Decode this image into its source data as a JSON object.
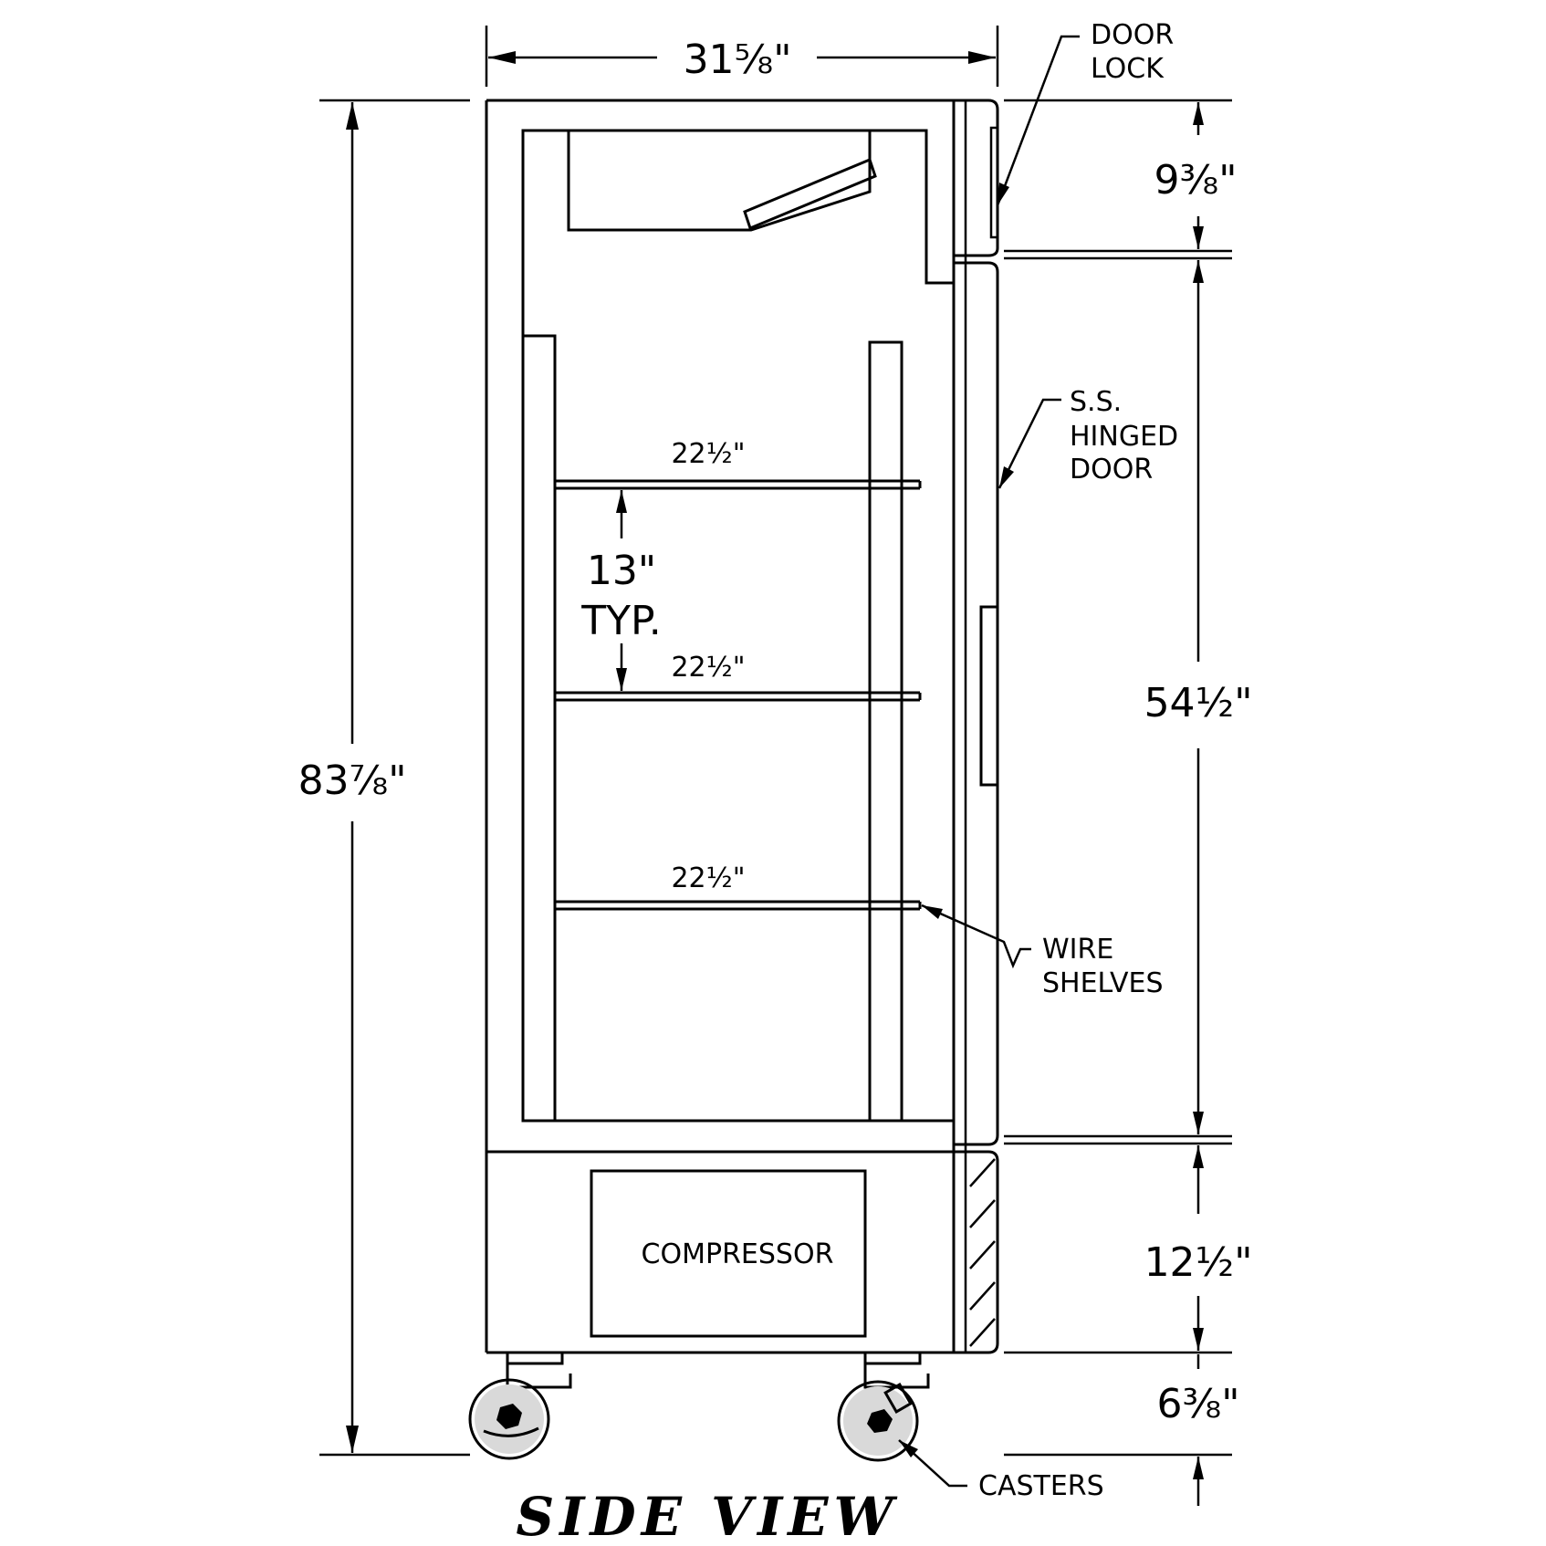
{
  "title": "SIDE VIEW",
  "labels": {
    "door_lock": [
      "DOOR",
      "LOCK"
    ],
    "hinged_door": [
      "S.S.",
      "HINGED",
      "DOOR"
    ],
    "wire_shelves": [
      "WIRE",
      "SHELVES"
    ],
    "compressor": "COMPRESSOR",
    "casters": "CASTERS",
    "typ": "TYP."
  },
  "dimensions": {
    "width": "31⅝\"",
    "total_height": "83⅞\"",
    "top_section": "9⅜\"",
    "door_section": "54½\"",
    "base_section": "12½\"",
    "caster_height": "6⅜\"",
    "shelf_spacing": "13\"",
    "shelf_depth_1": "22½\"",
    "shelf_depth_2": "22½\"",
    "shelf_depth_3": "22½\""
  }
}
